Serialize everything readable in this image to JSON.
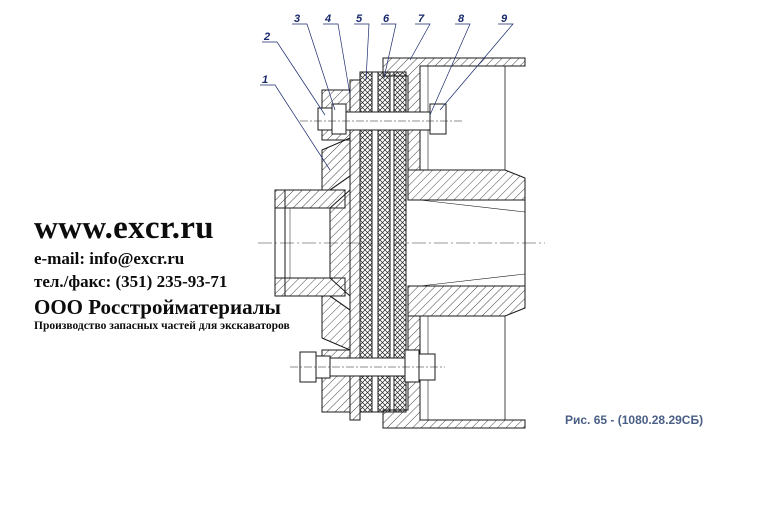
{
  "drawing": {
    "part_labels": [
      "1",
      "2",
      "3",
      "4",
      "5",
      "6",
      "7",
      "8",
      "9"
    ],
    "caption": "Рис. 65 - (1080.28.29СБ)",
    "line_color": "#1a1a1a",
    "label_color": "#1a2a6c"
  },
  "watermark": {
    "site": "www.excr.ru",
    "email": "e-mail: info@excr.ru",
    "phone": "тел./факс: (351) 235-93-71",
    "company": "ООО Росстройматериалы",
    "tagline": "Производство запасных частей для экскаваторов"
  }
}
